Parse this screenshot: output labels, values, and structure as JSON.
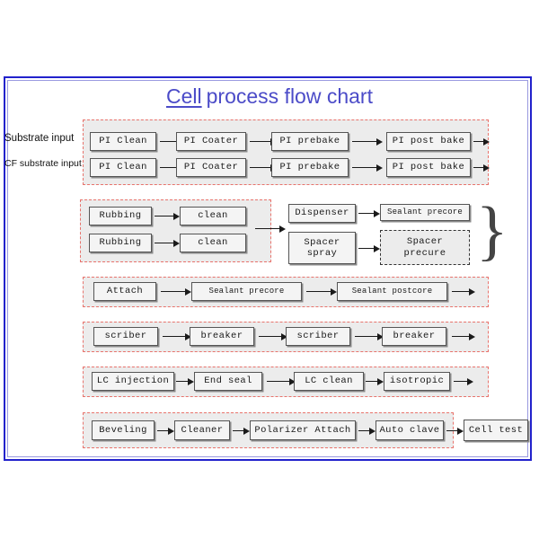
{
  "slide": {
    "title_highlight": "Cell",
    "title_rest": "process flow chart",
    "frame_color": "#2222cc",
    "title_color": "#4b4bc8",
    "group_border_color": "#e8736c",
    "group_fill_color": "#ececec",
    "box_fill_color": "#f4f4f4",
    "box_border_color": "#555555"
  },
  "labels": {
    "substrate_input": "Substrate input",
    "cf_substrate_input": "CF substrate input"
  },
  "rows": {
    "pi": {
      "top": {
        "step1": "PI Clean",
        "step2": "PI Coater",
        "step3": "PI prebake",
        "step4": "PI post bake"
      },
      "bottom": {
        "step1": "PI Clean",
        "step2": "PI Coater",
        "step3": "PI prebake",
        "step4": "PI post bake"
      }
    },
    "rubbing": {
      "top": {
        "step1": "Rubbing",
        "step2": "clean"
      },
      "bottom": {
        "step1": "Rubbing",
        "step2": "clean"
      }
    },
    "dispense": {
      "top": {
        "step1": "Dispenser",
        "step2": "Sealant precore"
      },
      "bottom": {
        "step1_line1": "Spacer",
        "step1_line2": "spray",
        "step2_line1": "Spacer",
        "step2_line2": "precure"
      },
      "brace": "}"
    },
    "attach": {
      "step1": "Attach",
      "step2": "Sealant precore",
      "step3": "Sealant postcore"
    },
    "scribe": {
      "step1": "scriber",
      "step2": "breaker",
      "step3": "scriber",
      "step4": "breaker"
    },
    "lc": {
      "step1": "LC injection",
      "step2": "End seal",
      "step3": "LC clean",
      "step4": "isotropic"
    },
    "finish": {
      "step1": "Beveling",
      "step2": "Cleaner",
      "step3": "Polarizer Attach",
      "step4": "Auto clave",
      "step5": "Cell test"
    }
  }
}
